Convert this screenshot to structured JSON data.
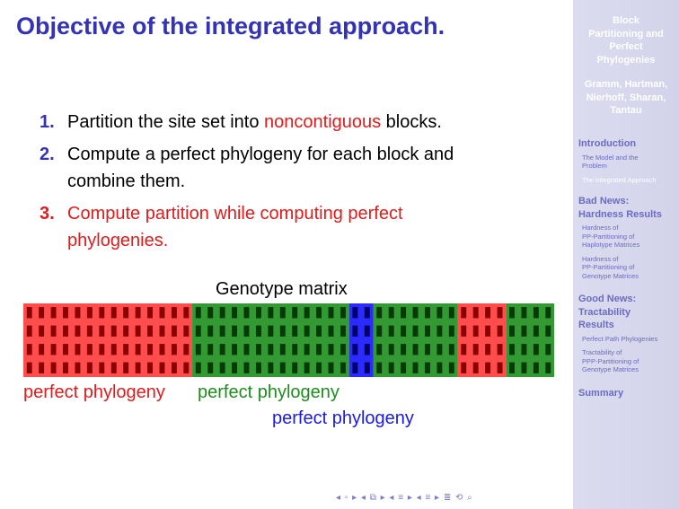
{
  "slide": {
    "title": "Objective of the integrated approach.",
    "steps": [
      {
        "num": "1.",
        "pre": "Partition the site set into ",
        "highlight": "noncontiguous",
        "post": " blocks."
      },
      {
        "num": "2.",
        "line1": "Compute a perfect phylogeny for each block and",
        "line2": "combine them."
      },
      {
        "num": "3.",
        "line1": "Compute partition while computing perfect",
        "line2": "phylogenies."
      }
    ],
    "matrix_label": "Genotype matrix",
    "phylogeny_labels": [
      "perfect phylogeny",
      "perfect phylogeny",
      "perfect phylogeny"
    ],
    "matrix_blocks": [
      {
        "color": "#ff4d4d",
        "columns": 14
      },
      {
        "color": "#339933",
        "columns": 13
      },
      {
        "color": "#2b2bff",
        "columns": 2
      },
      {
        "color": "#339933",
        "columns": 7
      },
      {
        "color": "#ff4d4d",
        "columns": 4
      },
      {
        "color": "#339933",
        "columns": 4
      }
    ],
    "matrix_rows": 4,
    "colors": {
      "title": "#3333b3",
      "red": "#e11b1b",
      "green": "#1e8c1e",
      "blue": "#1a1ae6",
      "cell_dark_red": "#8b0000",
      "cell_dark_green": "#063a06",
      "cell_dark_blue": "#000066"
    }
  },
  "sidebar": {
    "title_lines": [
      "Block",
      "Partitioning and",
      "Perfect",
      "Phylogenies"
    ],
    "author_lines": [
      "Gramm, Hartman,",
      "Nierhoff, Sharan,",
      "Tantau"
    ],
    "sections": [
      {
        "label_lines": [
          "Introduction"
        ],
        "subs": [
          {
            "lines": [
              "The Model and the",
              "Problem"
            ],
            "active": false
          },
          {
            "lines": [
              "The Integrated Approach"
            ],
            "active": true
          }
        ]
      },
      {
        "label_lines": [
          "Bad News:",
          "Hardness Results"
        ],
        "subs": [
          {
            "lines": [
              "Hardness of",
              "PP-Partitioning of",
              "Haplotype Matrices"
            ],
            "active": false
          },
          {
            "lines": [
              "Hardness of",
              "PP-Partitioning of",
              "Genotype Matrices"
            ],
            "active": false
          }
        ]
      },
      {
        "label_lines": [
          "Good News:",
          "Tractability",
          "Results"
        ],
        "subs": [
          {
            "lines": [
              "Perfect Path Phylogenies"
            ],
            "active": false
          },
          {
            "lines": [
              "Tractability of",
              "PPP-Partitioning of",
              "Genotype Matrices"
            ],
            "active": false
          }
        ]
      },
      {
        "label_lines": [
          "Summary"
        ],
        "subs": []
      }
    ]
  },
  "nav": {
    "symbols": "◂ ▫ ▸ ◂ ⧉ ▸ ◂ ≡ ▸ ◂ ≡ ▸ ≣ ⟲ ⌕"
  }
}
